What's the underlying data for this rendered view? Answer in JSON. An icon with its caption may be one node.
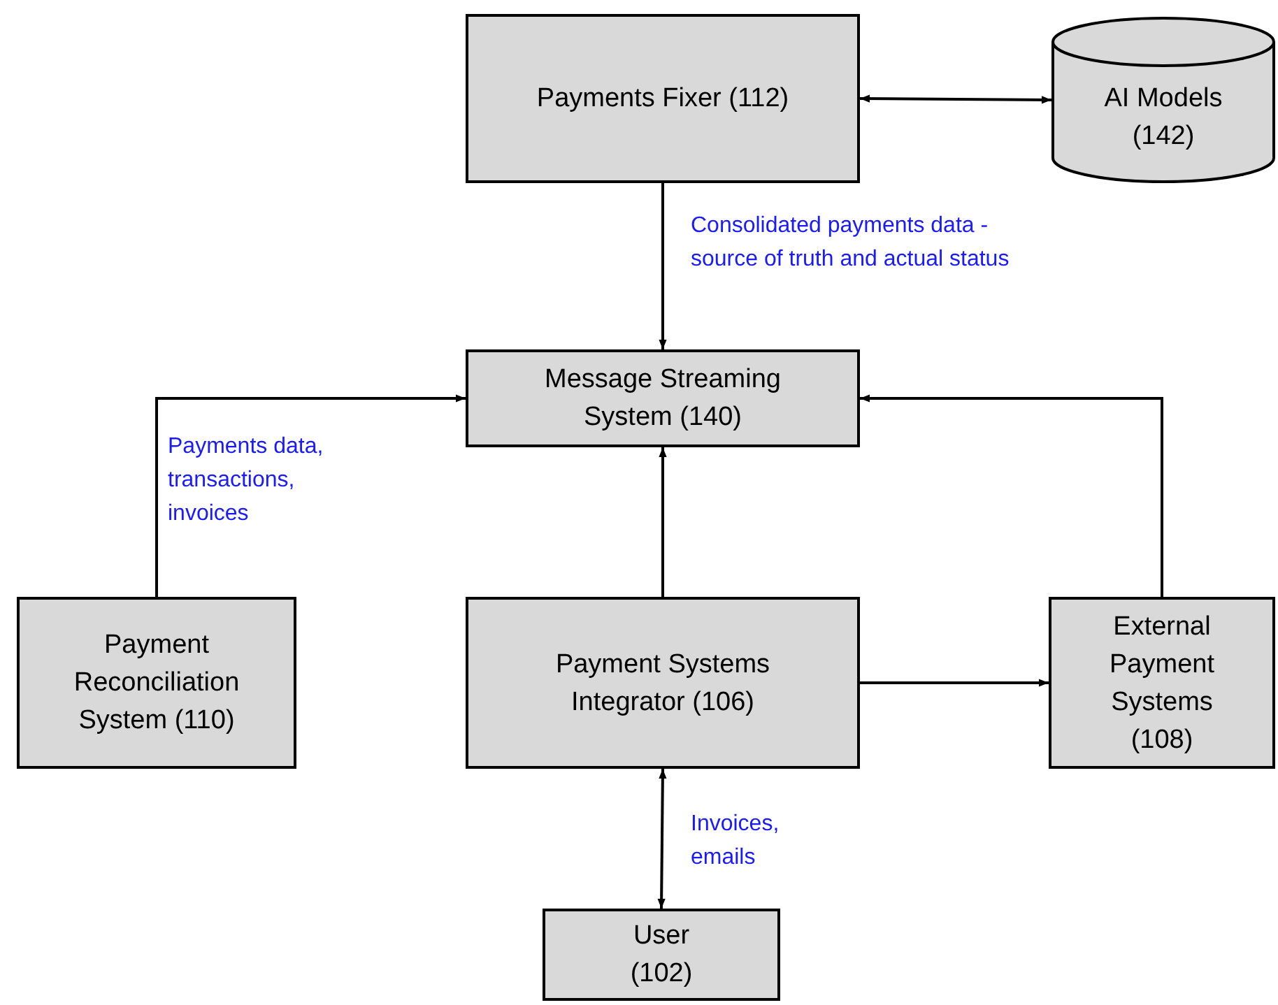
{
  "diagram": {
    "nodes": [
      {
        "text": [
          "Payments Fixer (112)"
        ]
      },
      {
        "text": [
          "AI Models (142)"
        ]
      },
      {
        "text": [
          "Message Streaming System (140)"
        ]
      },
      {
        "text": [
          "Payment Reconciliation System (110)"
        ]
      },
      {
        "text": [
          "Payment Systems Integrator (106)"
        ]
      },
      {
        "text": [
          "External Payment Systems (108)"
        ]
      },
      {
        "text": [
          "User (102)"
        ]
      }
    ],
    "edges": [
      {
        "from": 0,
        "to": 2,
        "arrow": "to",
        "label": "Consolidated payments data - source of truth and actual status"
      },
      {
        "from": 0,
        "to": 1,
        "arrow": "both"
      },
      {
        "from": 3,
        "to": 2,
        "arrow": "to",
        "label": "Payments data, transactions, invoices"
      },
      {
        "from": 4,
        "to": 2,
        "arrow": "to"
      },
      {
        "from": 4,
        "to": 5,
        "arrow": "to"
      },
      {
        "from": 5,
        "to": 2,
        "arrow": "to"
      },
      {
        "from": 4,
        "to": 6,
        "arrow": "both",
        "label": "Invoices, emails"
      }
    ]
  }
}
